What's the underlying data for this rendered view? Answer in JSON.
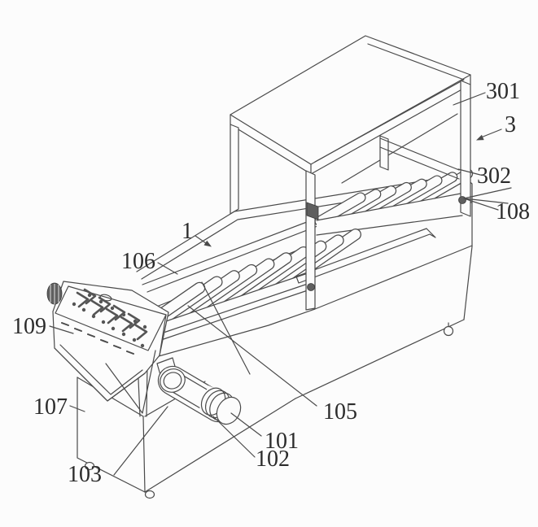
{
  "figure": {
    "type": "patent-line-drawing",
    "background_color": "#fcfcfc",
    "line_color": "#4a4a4a",
    "labels": [
      {
        "id": "301",
        "text": "301"
      },
      {
        "id": "3",
        "text": "3"
      },
      {
        "id": "302",
        "text": "302"
      },
      {
        "id": "108",
        "text": "108"
      },
      {
        "id": "1",
        "text": "1"
      },
      {
        "id": "106",
        "text": "106"
      },
      {
        "id": "109",
        "text": "109"
      },
      {
        "id": "107",
        "text": "107"
      },
      {
        "id": "103",
        "text": "103"
      },
      {
        "id": "105",
        "text": "105"
      },
      {
        "id": "101",
        "text": "101"
      },
      {
        "id": "102",
        "text": "102"
      }
    ]
  }
}
